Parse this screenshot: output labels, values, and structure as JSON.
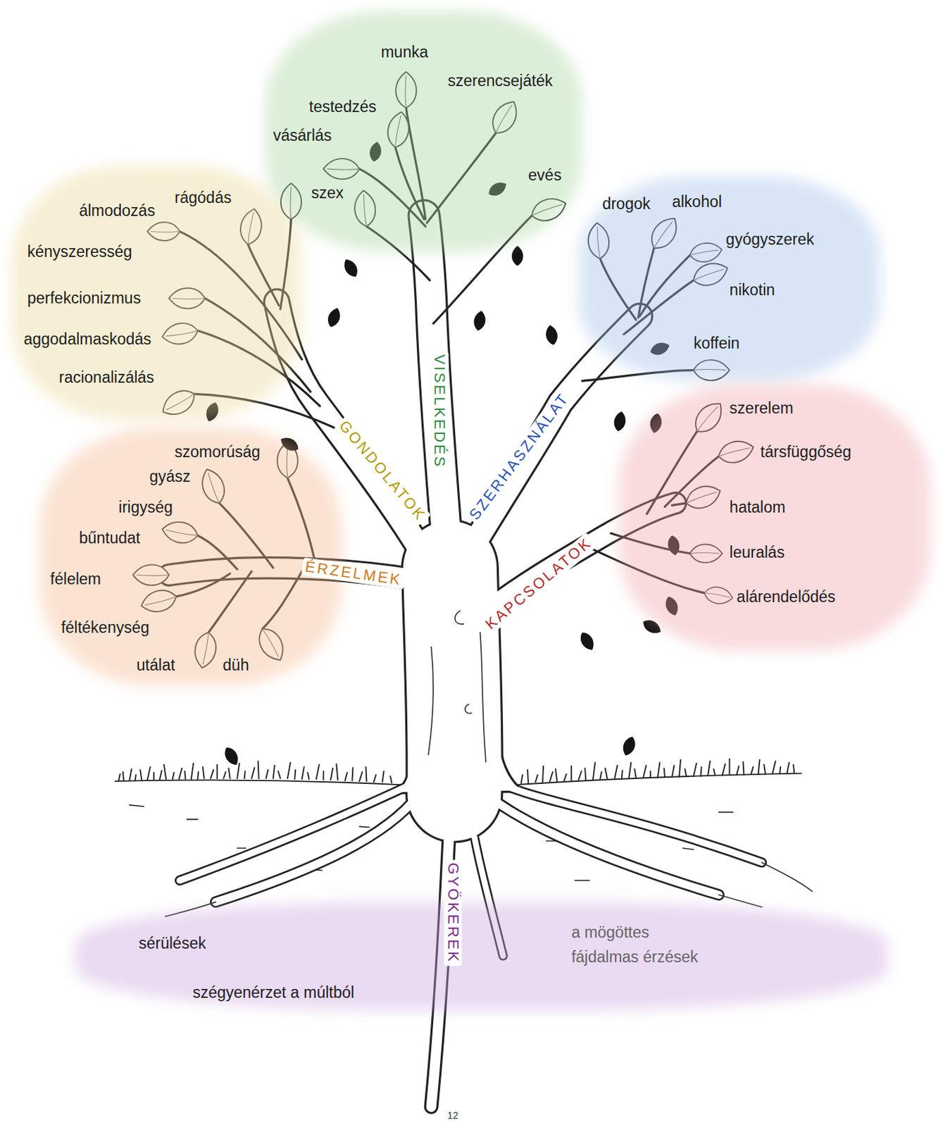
{
  "diagram": {
    "nodes": [
      {
        "text": [
          "munka",
          "szerencsejáték",
          "testedzés",
          "vásárlás",
          "evés",
          "szex"
        ]
      },
      {
        "text": [
          "rágódás",
          "álmodozás",
          "kényszeresség",
          "perfekcionizmus",
          "aggodalmaskodás",
          "racionalizálás"
        ]
      },
      {
        "text": [
          "drogok",
          "alkohol",
          "gyógyszerek",
          "nikotin",
          "koffein"
        ]
      },
      {
        "text": [
          "szomorúság",
          "gyász",
          "irigység",
          "bűntudat",
          "félelem",
          "féltékenység",
          "utálat",
          "düh"
        ]
      },
      {
        "text": [
          "szerelem",
          "társfüggőség",
          "hatalom",
          "leuralás",
          "alárendelődés"
        ]
      },
      {
        "text": [
          "sérülések",
          "a mögöttes fájdalmas érzések",
          "szégyenérzet a múltból"
        ]
      }
    ],
    "labels": [
      "VISELKEDÉS",
      "GONDOLATOK",
      "SZERHASZNÁLAT",
      "ÉRZELMEK",
      "KAPCSOLATOK",
      "GYÖKEREK",
      "12"
    ]
  }
}
